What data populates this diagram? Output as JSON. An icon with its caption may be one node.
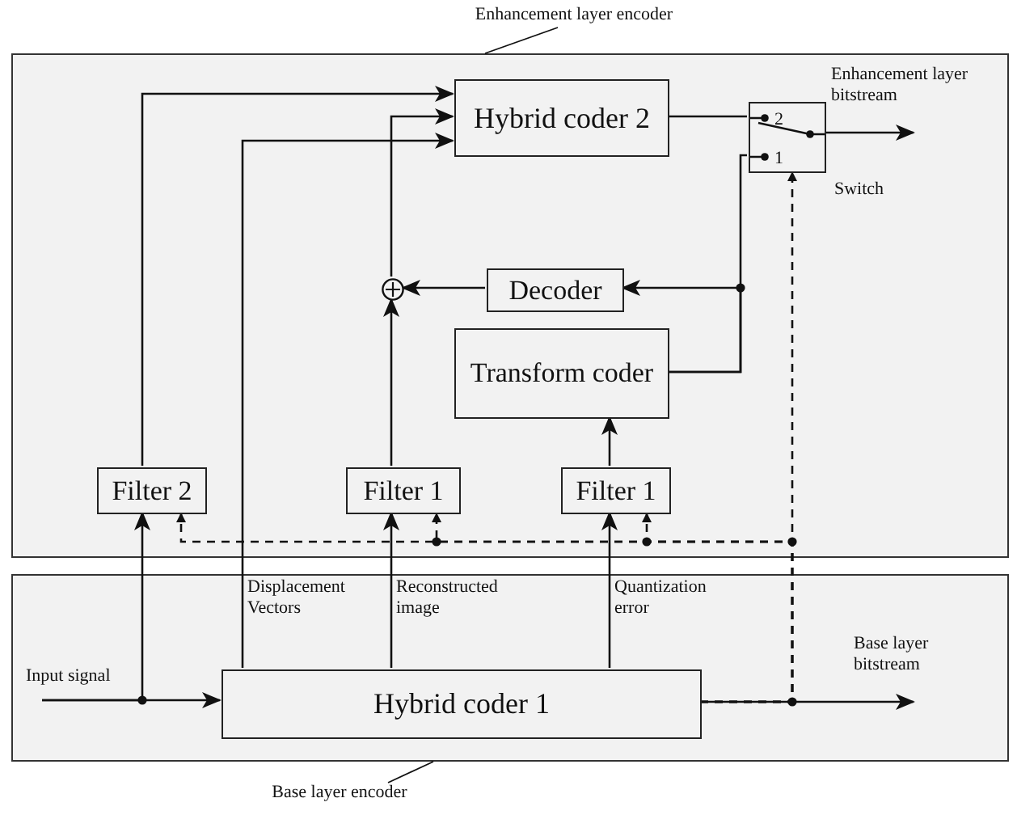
{
  "diagram": {
    "nodes": [
      {
        "text": [
          "Enhancement layer encoder"
        ]
      },
      {
        "text": [],
        "shape": "box"
      },
      {
        "text": [
          "Hybrid coder 2"
        ],
        "in": 1
      },
      {
        "text": [
          "2",
          "1"
        ],
        "in": 1,
        "beside": [
          "Switch"
        ]
      },
      {
        "text": [
          "Decoder"
        ],
        "in": 1
      },
      {
        "text": [],
        "shape": "circle",
        "in": 1
      },
      {
        "text": [
          "Transform coder"
        ],
        "in": 1
      },
      {
        "text": [
          "Filter 2"
        ],
        "in": 1
      },
      {
        "text": [
          "Filter 1"
        ],
        "in": 1
      },
      {
        "text": [
          "Filter 1"
        ],
        "in": 1
      },
      {
        "text": [],
        "shape": "box"
      },
      {
        "text": [
          "Hybrid coder 1"
        ],
        "in": 10
      },
      {
        "text": [
          "Base layer encoder"
        ]
      }
    ],
    "edges": [
      {
        "from": null,
        "to": 7,
        "arrow": "to"
      },
      {
        "from": null,
        "to": 11,
        "arrow": "to"
      },
      {
        "from": 7,
        "to": 2,
        "arrow": "to"
      },
      {
        "from": 11,
        "to": 2,
        "arrow": "to",
        "label": "Displacement Vectors"
      },
      {
        "from": 11,
        "to": 8,
        "arrow": "to",
        "label": "Reconstructed image"
      },
      {
        "from": 8,
        "to": 5,
        "arrow": "to"
      },
      {
        "from": 5,
        "to": 2,
        "arrow": "to"
      },
      {
        "from": 4,
        "to": 5,
        "arrow": "to"
      },
      {
        "from": 11,
        "to": 9,
        "arrow": "to",
        "label": "Quantization error"
      },
      {
        "from": 9,
        "to": 6,
        "arrow": "to"
      },
      {
        "from": 6,
        "to": 3,
        "arrow": "none"
      },
      {
        "from": 6,
        "to": 4,
        "arrow": "to"
      },
      {
        "from": 2,
        "to": 3,
        "arrow": "none"
      },
      {
        "from": 3,
        "to": null,
        "arrow": "to",
        "label": "Enhancement layer bitstream"
      },
      {
        "from": 11,
        "to": null,
        "arrow": "to",
        "label": "Base layer bitstream"
      },
      {
        "from": 11,
        "to": 3,
        "arrow": "to",
        "style": "dashed"
      },
      {
        "from": 11,
        "to": 9,
        "arrow": "to",
        "style": "dashed"
      },
      {
        "from": 11,
        "to": 8,
        "arrow": "to",
        "style": "dashed"
      },
      {
        "from": 11,
        "to": 7,
        "arrow": "to",
        "style": "dashed"
      },
      {
        "from": 0,
        "to": 1,
        "arrow": "none"
      },
      {
        "from": 12,
        "to": 10,
        "arrow": "none"
      }
    ],
    "labels": [
      "Input signal"
    ]
  }
}
